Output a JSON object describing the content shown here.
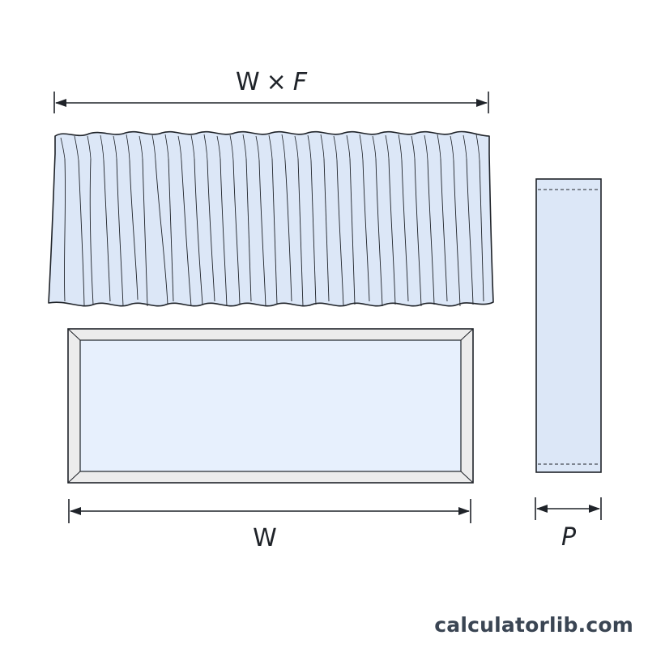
{
  "labels": {
    "valance_width": "W",
    "valance_times": "×",
    "valance_fullness": "F",
    "window_width": "W",
    "panel_width": "P"
  },
  "brand": {
    "text": "calculatorlib.com"
  },
  "colors": {
    "fabric_fill": "#dce7f7",
    "glass_fill": "#e7f0fd",
    "frame_fill": "#ececec",
    "line": "#1f2329",
    "brand_text": "#3a4553"
  },
  "icons": {
    "arrow": "dimension-arrow-icon"
  }
}
